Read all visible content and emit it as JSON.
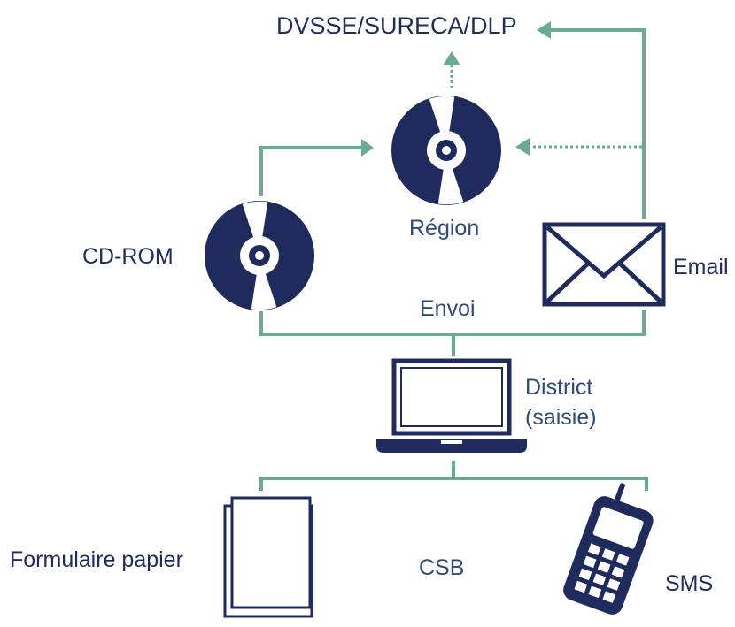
{
  "labels": {
    "top_destination": "DVSSE/SURECA/DLP",
    "region": "Région",
    "cd_rom": "CD-ROM",
    "email": "Email",
    "envoi": "Envoi",
    "district_line1": "District",
    "district_line2": "(saisie)",
    "formulaire": "Formulaire papier",
    "csb": "CSB",
    "sms": "SMS"
  },
  "colors": {
    "navy": "#1f2b5c",
    "teal": "#6aaa93",
    "white": "#ffffff"
  },
  "icons": {
    "region": "cd-disc-icon",
    "cd_rom": "cd-disc-icon",
    "email": "envelope-icon",
    "district": "laptop-icon",
    "formulaire": "paper-stack-icon",
    "sms": "mobile-phone-icon"
  }
}
